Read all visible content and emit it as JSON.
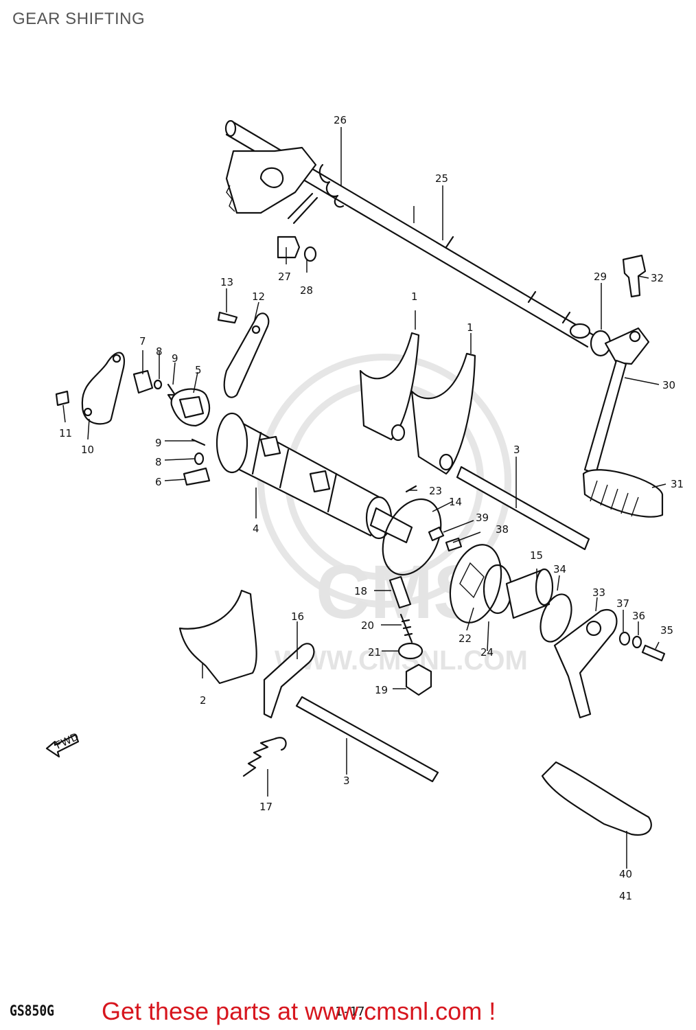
{
  "title": "GEAR SHIFTING",
  "model": "GS850G",
  "page_ref": "1-17",
  "cta": "Get these parts at www.cmsnl.com !",
  "watermark": {
    "brand": "CMS",
    "url": "WWW.CMSNL.COM"
  },
  "fwd_arrow": "FWD",
  "callouts": [
    "1",
    "1",
    "2",
    "3",
    "3",
    "4",
    "5",
    "6",
    "7",
    "8",
    "8",
    "9",
    "9",
    "10",
    "11",
    "12",
    "13",
    "14",
    "15",
    "16",
    "17",
    "18",
    "19",
    "20",
    "21",
    "22",
    "23",
    "24",
    "25",
    "26",
    "27",
    "28",
    "29",
    "30",
    "31",
    "32",
    "33",
    "34",
    "35",
    "36",
    "37",
    "38",
    "39",
    "40",
    "41"
  ]
}
